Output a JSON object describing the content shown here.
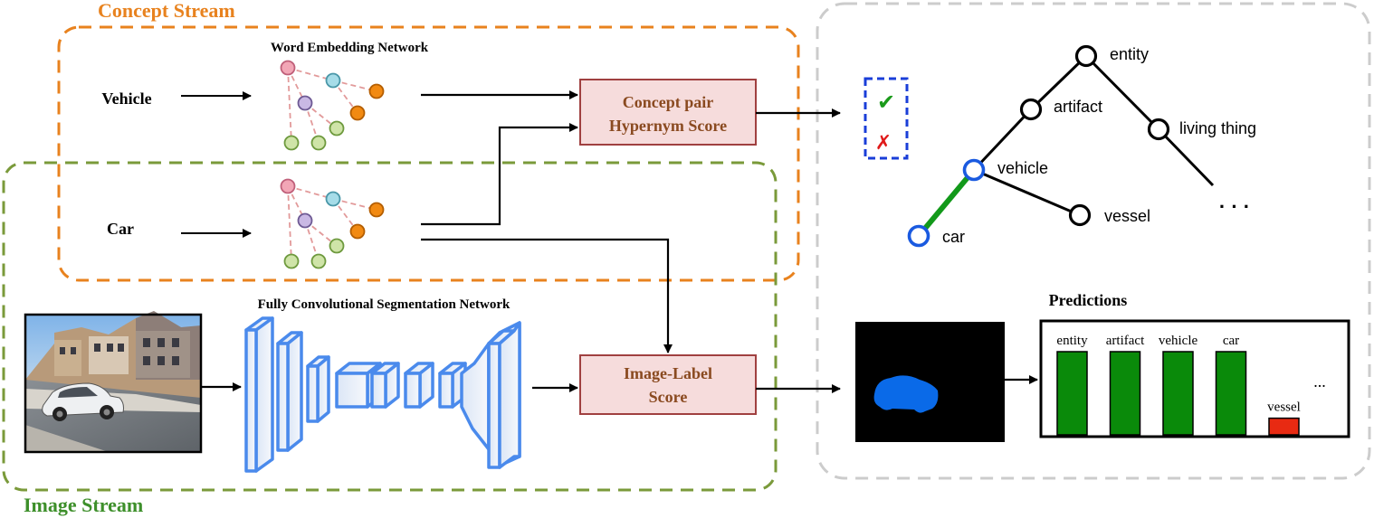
{
  "streams": {
    "concept_title": "Concept Stream",
    "image_title": "Image Stream",
    "concept_color": "#e8821e",
    "image_color": "#7a9a3a"
  },
  "concept": {
    "network_title": "Word Embedding Network",
    "word_top": "Vehicle",
    "word_bottom": "Car"
  },
  "scores": {
    "hypernym_line1": "Concept pair",
    "hypernym_line2": "Hypernym Score",
    "image_label_line1": "Image-Label",
    "image_label_line2": "Score"
  },
  "segmentation": {
    "title": "Fully Convolutional Segmentation Network"
  },
  "check": {
    "yes_glyph": "✔",
    "no_glyph": "✗"
  },
  "tree": {
    "nodes": {
      "entity": "entity",
      "artifact": "artifact",
      "living_thing": "living thing",
      "vehicle": "vehicle",
      "vessel": "vessel",
      "car": "car",
      "ellipsis": "· · ·"
    }
  },
  "predictions": {
    "title": "Predictions",
    "ellipsis": "...",
    "bars": [
      {
        "label": "entity",
        "value": 1.0,
        "color": "#0a8a0a"
      },
      {
        "label": "artifact",
        "value": 1.0,
        "color": "#0a8a0a"
      },
      {
        "label": "vehicle",
        "value": 1.0,
        "color": "#0a8a0a"
      },
      {
        "label": "car",
        "value": 1.0,
        "color": "#0a8a0a"
      },
      {
        "label": "vessel",
        "value": 0.2,
        "color": "#e82a12"
      }
    ]
  }
}
